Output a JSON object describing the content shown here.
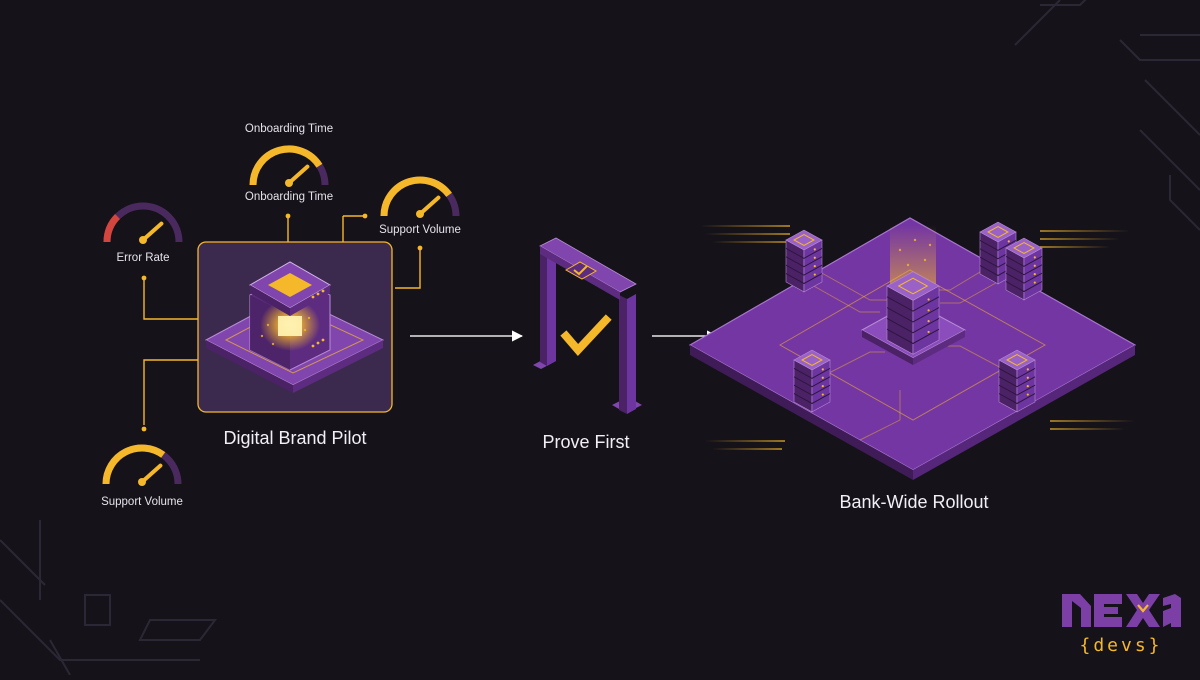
{
  "pilot": {
    "title": "Digital Brand Pilot",
    "gauges": [
      {
        "id": "onboarding-top",
        "label": "Onboarding Time",
        "level": 0.82
      },
      {
        "id": "onboarding",
        "label": "Onboarding Time",
        "level": 0.82
      },
      {
        "id": "support-right",
        "label": "Support Volume",
        "level": 0.8
      },
      {
        "id": "error-rate",
        "label": "Error Rate",
        "level": 0.25
      },
      {
        "id": "support-bottom",
        "label": "Support Volume",
        "level": 0.7
      }
    ]
  },
  "gate": {
    "title": "Prove First"
  },
  "rollout": {
    "title": "Bank-Wide Rollout"
  },
  "brand": {
    "name": "nexa",
    "tagline": "devs"
  },
  "colors": {
    "background": "#151219",
    "purple": "#7b3fa6",
    "purple_dark": "#4b2266",
    "accent": "#f5b82a",
    "gauge_track": "#4a2a5e",
    "alert": "#d4453e"
  }
}
